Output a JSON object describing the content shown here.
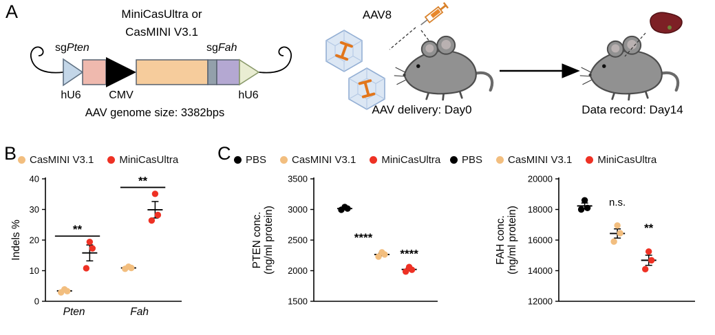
{
  "figure": {
    "background": "#ffffff"
  },
  "colors": {
    "casmini": "#F2BE7F",
    "minicasultra": "#EE3124",
    "pbs": "#000000"
  },
  "panels": {
    "a": {
      "label": "A",
      "construct": {
        "title_line1": "MiniCasUltra or",
        "title_line2": "CasMINI V3.1",
        "sg_left_prefix": "sg",
        "sg_left_gene": "Pten",
        "sg_right_prefix": "sg",
        "sg_right_gene": "Fah",
        "promoter_left": "hU6",
        "promoter_mid": "CMV",
        "promoter_right": "hU6",
        "genome_size": "AAV genome size: 3382bps"
      },
      "delivery": {
        "virus_label": "AAV8",
        "delivery_label": "AAV delivery: Day0",
        "record_label": "Data record: Day14"
      }
    },
    "b": {
      "label": "B",
      "legend": [
        {
          "name": "CasMINI V3.1",
          "color": "#F2BE7F"
        },
        {
          "name": "MiniCasUltra",
          "color": "#EE3124"
        }
      ]
    },
    "c": {
      "label": "C",
      "legend": [
        {
          "name": "PBS",
          "color": "#000000"
        },
        {
          "name": "CasMINI V3.1",
          "color": "#F2BE7F"
        },
        {
          "name": "MiniCasUltra",
          "color": "#EE3124"
        }
      ]
    }
  },
  "chart_data": [
    {
      "id": "indels",
      "type": "scatter",
      "title": "",
      "ylabel": "Indels %",
      "ylim": [
        0,
        40
      ],
      "yticks": [
        0,
        10,
        20,
        30,
        40
      ],
      "grid": false,
      "legend_position": "top",
      "columns": [
        {
          "x": 0.14,
          "series": "CasMINI V3.1",
          "category": "Pten",
          "color": "#F2BE7F",
          "values": [
            2.9,
            3.3,
            3.9
          ],
          "mean": 3.4,
          "sem": 0.3
        },
        {
          "x": 0.325,
          "series": "MiniCasUltra",
          "category": "Pten",
          "color": "#EE3124",
          "values": [
            10.8,
            17.3,
            19.4
          ],
          "mean": 15.8,
          "sem": 2.6
        },
        {
          "x": 0.61,
          "series": "CasMINI V3.1",
          "category": "Fah",
          "color": "#F2BE7F",
          "values": [
            10.6,
            10.9,
            11.3
          ],
          "mean": 10.9,
          "sem": 0.2
        },
        {
          "x": 0.805,
          "series": "MiniCasUltra",
          "category": "Fah",
          "color": "#EE3124",
          "values": [
            26.4,
            28.2,
            35.1
          ],
          "mean": 29.9,
          "sem": 2.7
        }
      ],
      "xticklabels": [
        {
          "text": "Pten",
          "x": 0.21,
          "italic": true
        },
        {
          "text": "Fah",
          "x": 0.69,
          "italic": true
        }
      ],
      "sig_bars": [
        {
          "x1": 0.07,
          "x2": 0.4,
          "y": 21.3,
          "label": "**"
        },
        {
          "x1": 0.55,
          "x2": 0.88,
          "y": 37.2,
          "label": "**"
        }
      ],
      "annotations": []
    },
    {
      "id": "pten",
      "type": "scatter",
      "title": "",
      "ylabel": "PTEN conc.",
      "ylabel2": "(ng/ml protein)",
      "ylim": [
        1500,
        3500
      ],
      "yticks": [
        1500,
        2000,
        2500,
        3000,
        3500
      ],
      "grid": false,
      "legend_position": "top",
      "columns": [
        {
          "x": 0.25,
          "series": "PBS",
          "color": "#000000",
          "values": [
            2995,
            3015,
            3040
          ],
          "mean": 3015,
          "sem": 13
        },
        {
          "x": 0.55,
          "series": "CasMINI V3.1",
          "color": "#F2BE7F",
          "values": [
            2230,
            2265,
            2300
          ],
          "mean": 2265,
          "sem": 20
        },
        {
          "x": 0.77,
          "series": "MiniCasUltra",
          "color": "#EE3124",
          "values": [
            1985,
            2015,
            2060
          ],
          "mean": 2020,
          "sem": 22
        }
      ],
      "xticklabels": [],
      "sig_bars": [],
      "annotations": [
        {
          "text": "****",
          "x": 0.4,
          "y": 2480
        },
        {
          "text": "****",
          "x": 0.77,
          "y": 2215
        }
      ]
    },
    {
      "id": "fah",
      "type": "scatter",
      "title": "",
      "ylabel": "FAH conc.",
      "ylabel2": "(ng/ml protein)",
      "ylim": [
        12000,
        20000
      ],
      "yticks": [
        12000,
        14000,
        16000,
        18000,
        20000
      ],
      "grid": false,
      "legend_position": "top",
      "columns": [
        {
          "x": 0.19,
          "series": "PBS",
          "color": "#000000",
          "values": [
            18000,
            18100,
            18600
          ],
          "mean": 18230,
          "sem": 190
        },
        {
          "x": 0.43,
          "series": "CasMINI V3.1",
          "color": "#F2BE7F",
          "values": [
            15900,
            16450,
            16950
          ],
          "mean": 16430,
          "sem": 300
        },
        {
          "x": 0.66,
          "series": "MiniCasUltra",
          "color": "#EE3124",
          "values": [
            14100,
            14680,
            15250
          ],
          "mean": 14680,
          "sem": 330
        }
      ],
      "xticklabels": [],
      "sig_bars": [],
      "annotations": [
        {
          "text": "n.s.",
          "x": 0.43,
          "y": 18250
        },
        {
          "text": "**",
          "x": 0.66,
          "y": 16550
        }
      ]
    }
  ]
}
